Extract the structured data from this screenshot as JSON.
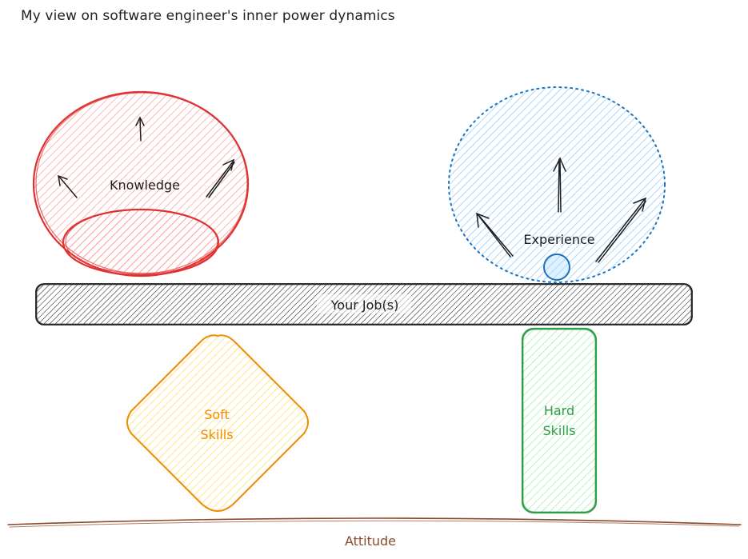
{
  "title": "My view on software engineer's inner power dynamics",
  "labels": {
    "knowledge": "Knowledge",
    "experience": "Experience",
    "job": "Your Job(s)",
    "soft_line1": "Soft",
    "soft_line2": "Skills",
    "hard_line1": "Hard",
    "hard_line2": "Skills",
    "attitude": "Attitude"
  },
  "colors": {
    "knowledge": "#e03131",
    "knowledge_fill": "#ffc9c9",
    "experience": "#1971c2",
    "experience_fill": "#a5d8ff",
    "job": "#1e1e1e",
    "soft_skills": "#f08c00",
    "soft_fill": "#ffec99",
    "hard_skills": "#2f9e44",
    "hard_fill": "#b2f2bb",
    "attitude": "#8b4a2b"
  }
}
